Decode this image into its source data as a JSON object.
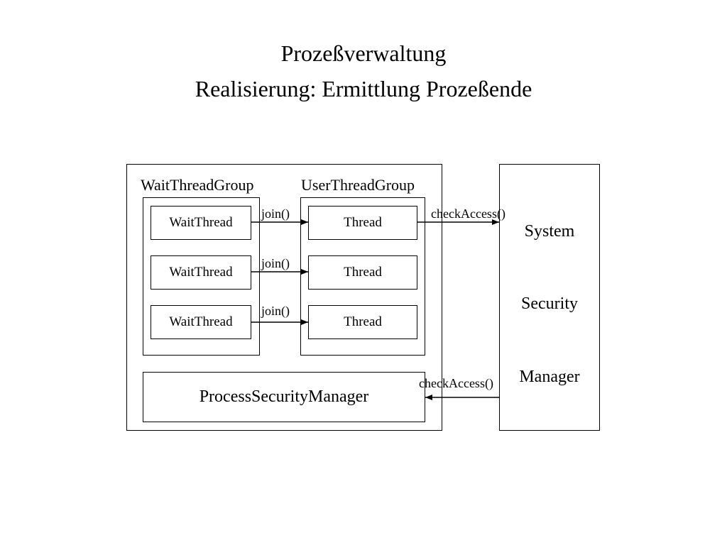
{
  "title": {
    "line1": "Prozeßverwaltung",
    "line2": "Realisierung: Ermittlung Prozeßende"
  },
  "groups": {
    "wait_group": "WaitThreadGroup",
    "user_group": "UserThreadGroup"
  },
  "wait_threads": [
    "WaitThread",
    "WaitThread",
    "WaitThread"
  ],
  "threads": [
    "Thread",
    "Thread",
    "Thread"
  ],
  "join_labels": [
    "join()",
    "join()",
    "join()"
  ],
  "process_security_manager": "ProcessSecurityManager",
  "system_security_manager": {
    "line1": "System",
    "line2": "Security",
    "line3": "Manager"
  },
  "check_access_labels": [
    "checkAccess()",
    "checkAccess()"
  ]
}
